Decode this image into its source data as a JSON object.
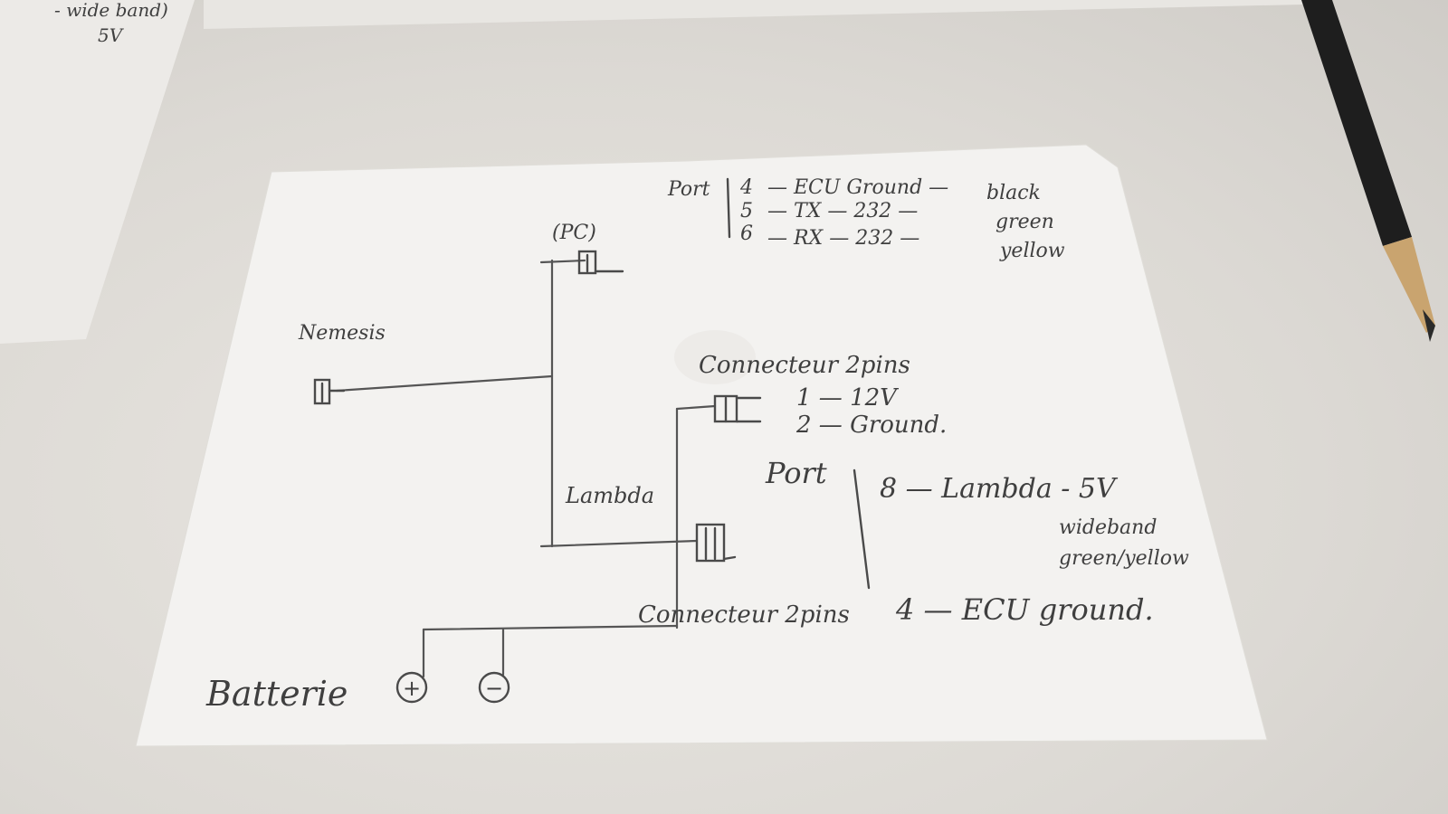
{
  "corner_note": {
    "line1": "- wide band)",
    "line2": "5V"
  },
  "diagram": {
    "pc_label": "(PC)",
    "nemesis_label": "Nemesis",
    "lambda_label": "Lambda",
    "batterie_label": "Batterie",
    "connector_top": {
      "title": "Connecteur 2pins",
      "pin1": "1 — 12V",
      "pin2": "2 — Ground."
    },
    "connector_bottom": {
      "title": "Connecteur 2pins"
    },
    "port_top": {
      "label": "Port",
      "lines": [
        {
          "pin": "4",
          "signal": "— ECU Ground —",
          "color": "black"
        },
        {
          "pin": "5",
          "signal": "— TX — 232 —",
          "color": "green"
        },
        {
          "pin": "6",
          "signal": "— RX — 232 —",
          "color": "yellow"
        }
      ]
    },
    "port_bottom": {
      "label": "Port",
      "line1": "8 — Lambda - 5V",
      "note1": "wideband",
      "note2": "green/yellow",
      "line2": "4 — ECU ground."
    },
    "battery_plus": "+",
    "battery_minus": "−"
  },
  "colors": {
    "paper": "#f4f3f1",
    "ink": "#444444",
    "background": "#dedbd6",
    "pencil": "#1e1e1e",
    "pencil_wood": "#c9a46f"
  }
}
